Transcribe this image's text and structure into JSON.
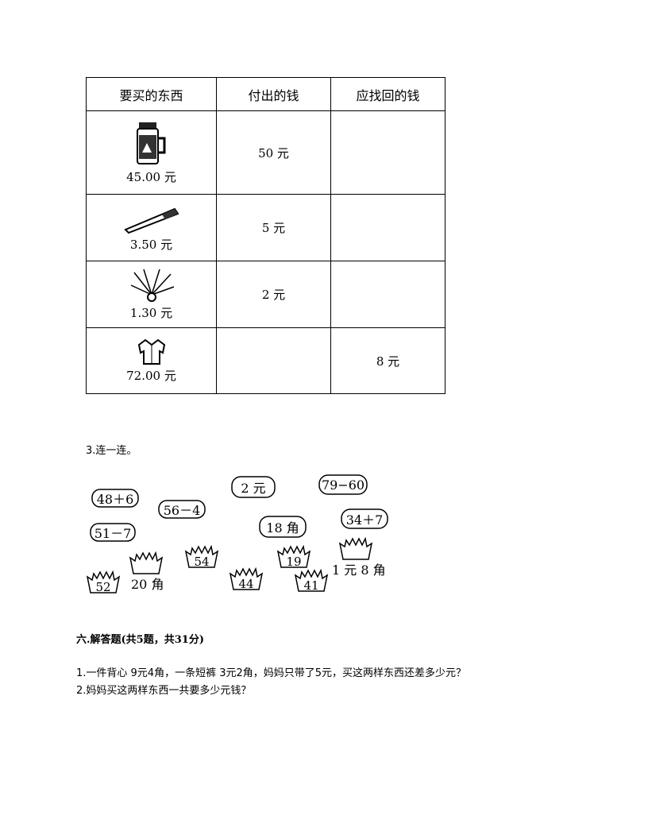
{
  "table": {
    "headers": [
      "要买的东西",
      "付出的钱",
      "应找回的钱"
    ],
    "rows": [
      {
        "item_icon": "jar-icon",
        "price": "45.00 元",
        "paid": "50 元",
        "change": ""
      },
      {
        "item_icon": "pen-icon",
        "price": "3.50 元",
        "paid": "5 元",
        "change": ""
      },
      {
        "item_icon": "shuttlecock-icon",
        "price": "1.30 元",
        "paid": "2 元",
        "change": ""
      },
      {
        "item_icon": "shirt-icon",
        "price": "72.00 元",
        "paid": "",
        "change": "8 元"
      }
    ]
  },
  "match": {
    "title": "3.连一连。",
    "clouds": [
      "48＋6",
      "56－4",
      "2 元",
      "79−60",
      "51－7",
      "18 角",
      "34＋7"
    ],
    "grass": [
      "54",
      "19",
      "44",
      "41",
      "52"
    ],
    "grass_labels": [
      "20 角",
      "1 元 8 角"
    ]
  },
  "section": {
    "title": "六.解答题(共5题，共31分)",
    "q1": "1.一件背心  9元4角，一条短裤  3元2角，妈妈只带了5元，买这两样东西还差多少元？",
    "q2": "2.妈妈买这两样东西一共要多少元钱？"
  }
}
